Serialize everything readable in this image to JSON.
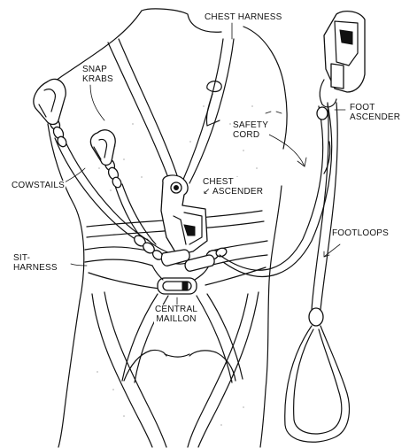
{
  "labels": {
    "chest_harness": "CHEST HARNESS",
    "snap_krabs": "SNAP\nKRABS",
    "safety_cord": "SAFETY\nCORD",
    "foot_ascender": "FOOT\nASCENDER",
    "cowstails": "COWSTAILS",
    "chest_ascender": "CHEST\n↙ ASCENDER",
    "footloops": "FOOTLOOPS",
    "sit_harness": "SIT-\nHARNESS",
    "central_maillon": "CENTRAL\nMAILLON"
  }
}
